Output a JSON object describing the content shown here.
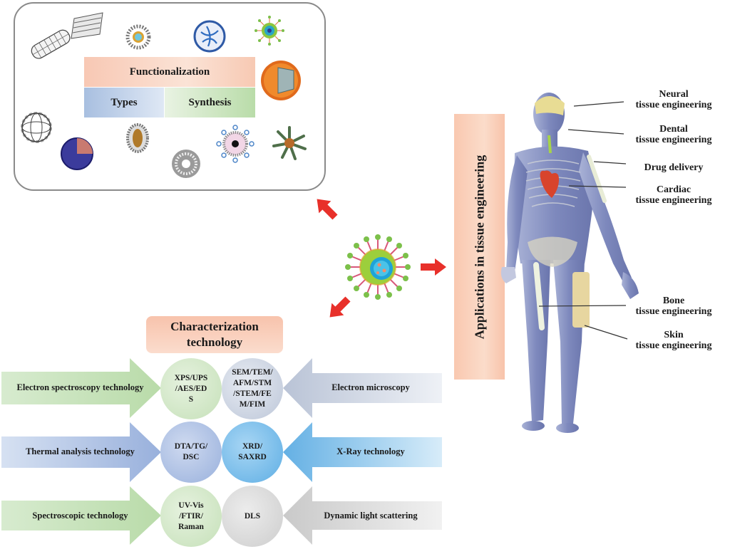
{
  "figure": {
    "nanoparticle_panel": {
      "functionalization_label": "Functionalization",
      "types_label": "Types",
      "synthesis_label": "Synthesis",
      "particle_icons": [
        "graphene-sheets-icon",
        "carbon-nanotube-icon",
        "fullerene-icon",
        "micelle-icon",
        "dendrimer-icon",
        "liposome-icon",
        "core-shell-nanoparticle-icon",
        "mesoporous-silica-icon",
        "polymeric-nanoparticle-icon",
        "functionalized-nanoparticle-icon",
        "star-polymer-icon",
        "functionalized-micelle-icon"
      ]
    },
    "center": {
      "particle_icon": "functionalized-nanoparticle-icon",
      "arrow_color": "#e8302a"
    },
    "characterization": {
      "title_line1": "Characterization",
      "title_line2": "technology",
      "left_rows": [
        {
          "label": "Electron spectroscopy technology",
          "methods": [
            "XPS/UPS",
            "/AES/ED",
            "S"
          ],
          "color": "#c9e3bf"
        },
        {
          "label": "Thermal analysis technology",
          "methods": [
            "DTA/TG/",
            "DSC"
          ],
          "color": "#9fb6de"
        },
        {
          "label": "Spectroscopic technology",
          "methods": [
            "UV-Vis",
            "/FTIR/",
            "Raman"
          ],
          "color": "#c9e3bf"
        }
      ],
      "right_rows": [
        {
          "label": "Electron microscopy",
          "methods": [
            "SEM/TEM/",
            "AFM/STM",
            "/STEM/FE",
            "M/FIM"
          ],
          "color": "#c3cbdb"
        },
        {
          "label": "X-Ray technology",
          "methods": [
            "XRD/",
            "SAXRD"
          ],
          "color": "#74b8e6"
        },
        {
          "label": "Dynamic light scattering",
          "methods": [
            "DLS"
          ],
          "color": "#d2d2d2"
        }
      ]
    },
    "applications": {
      "title": "Applications in tissue engineering",
      "items": [
        {
          "line1": "Neural",
          "line2": "tissue engineering"
        },
        {
          "line1": "Dental",
          "line2": "tissue engineering"
        },
        {
          "line1": "Drug delivery",
          "line2": ""
        },
        {
          "line1": "Cardiac",
          "line2": "tissue engineering"
        },
        {
          "line1": "Bone",
          "line2": "tissue engineering"
        },
        {
          "line1": "Skin",
          "line2": "tissue engineering"
        }
      ]
    }
  }
}
